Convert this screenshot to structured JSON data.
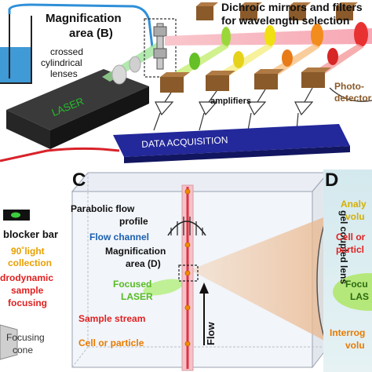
{
  "top": {
    "magnification_line1": "Magnification",
    "magnification_line2": "area (B)",
    "lenses_line1": "crossed",
    "lenses_line2": "cylindrical",
    "lenses_line3": "lenses",
    "laser": "LASER",
    "dichroic_line1": "Dichroic mirrors and filters",
    "dichroic_line2": "for wavelength selection",
    "amplifiers": "amplifiers",
    "photo_line1": "Photo-",
    "photo_line2": "detectors",
    "data_acquisition": "DATA ACQUISITION"
  },
  "left": {
    "blocker": "blocker bar",
    "light_line1": "90˚light",
    "light_line2": "collection",
    "hydro_line1": "hydrodynamic",
    "hydro_line2": "sample",
    "hydro_line3": "focusing",
    "cone_line1": "Focusing",
    "cone_line2": "cone"
  },
  "panel_c": {
    "letter": "C",
    "parabolic_line1": "Parabolic flow",
    "parabolic_line2": "profile",
    "flow_channel": "Flow channel",
    "mag_line1": "Magnification",
    "mag_line2": "area (D)",
    "focused_line1": "Focused",
    "focused_line2": "LASER",
    "sample_stream": "Sample stream",
    "cell_particle": "Cell or particle",
    "flow": "Flow",
    "lens": "gel coupled lens"
  },
  "panel_d": {
    "letter": "D",
    "analysis_line1": "Analy",
    "analysis_line2": "volu",
    "cell_line1": "Cell or",
    "cell_line2": "particl",
    "focused_line1": "Focu",
    "focused_line2": "LAS",
    "interrog_line1": "Interrog",
    "interrog_line2": "volu"
  },
  "colors": {
    "laser_green": "#22c02a",
    "data_acq_blue": "#1c1f8f",
    "photodetector_brown": "#8a5a2a",
    "beam_pink": "#f7b0b8",
    "channel_red": "#dd3344",
    "title_blue": "#1a5fb0",
    "label_orange": "#e87a00",
    "label_red": "#e02020",
    "label_green": "#55bb22"
  }
}
